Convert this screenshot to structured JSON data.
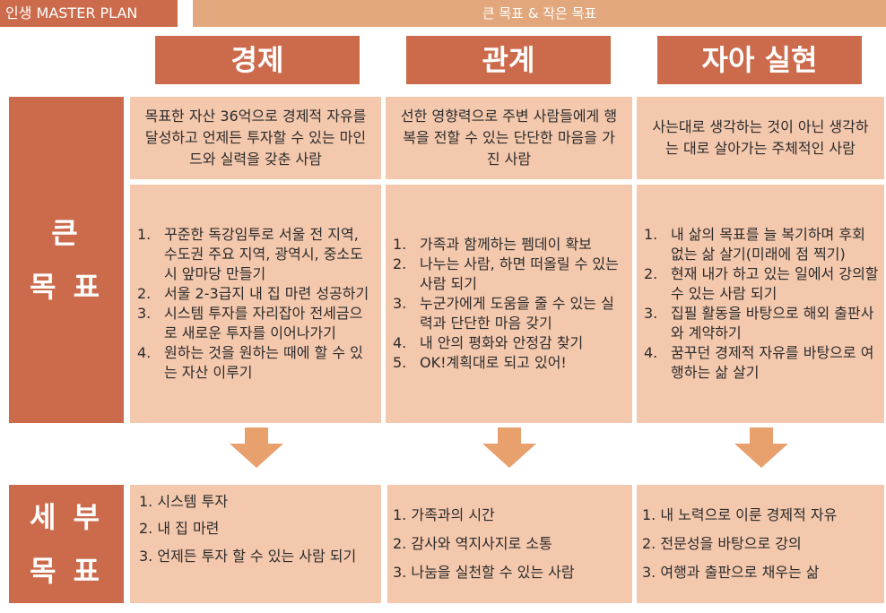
{
  "header": {
    "title": "인생 MASTER PLAN",
    "subtitle": "큰 목표 & 작은 목표"
  },
  "categories": [
    "경제",
    "관계",
    "자아 실현"
  ],
  "rows": {
    "big_goal": [
      "큰",
      "목 표"
    ],
    "detail_goal": [
      "세 부",
      "목 표"
    ]
  },
  "summaries": [
    "목표한 자산 36억으로 경제적 자유를 달성하고 언제든 투자할 수 있는 마인드와 실력을 갖춘 사람",
    "선한 영향력으로 주변 사람들에게 행복을 전할 수 있는 단단한 마음을 가진 사람",
    "사는대로 생각하는 것이 아닌 생각하는 대로 살아가는 주체적인 사람"
  ],
  "goals": [
    [
      {
        "num": "1.",
        "text": "꾸준한 독강임투로 서울 전 지역, 수도권 주요 지역, 광역시, 중소도시 앞마당 만들기"
      },
      {
        "num": "2.",
        "text": "서울 2-3급지 내 집 마련 성공하기"
      },
      {
        "num": "3.",
        "text": "시스템 투자를 자리잡아 전세금으로 새로운 투자를 이어나가기"
      },
      {
        "num": "4.",
        "text": "원하는 것을 원하는 때에 할 수 있는 자산 이루기"
      }
    ],
    [
      {
        "num": "1.",
        "text": "가족과 함께하는 펨데이 확보"
      },
      {
        "num": "2.",
        "text": "나누는 사람, 하면 떠올릴 수 있는 사람 되기"
      },
      {
        "num": "3.",
        "text": "누군가에게 도움을 줄 수 있는 실력과 단단한 마음 갖기"
      },
      {
        "num": "4.",
        "text": "내 안의 평화와 안정감 찾기"
      },
      {
        "num": "5.",
        "text": "OK!계획대로 되고 있어!"
      }
    ],
    [
      {
        "num": "1.",
        "text": "내 삶의 목표를 늘 복기하며 후회 없는 삶 살기(미래에 점 찍기)"
      },
      {
        "num": "2.",
        "text": "현재 내가 하고 있는 일에서 강의할 수 있는 사람 되기"
      },
      {
        "num": "3.",
        "text": "집필 활동을 바탕으로 해외 출판사와 계약하기"
      },
      {
        "num": "4.",
        "text": "꿈꾸던 경제적 자유를 바탕으로 여행하는 삶 살기"
      }
    ]
  ],
  "details": [
    [
      "1. 시스템 투자",
      "2. 내 집 마련",
      "3. 언제든 투자 할 수 있는 사람 되기"
    ],
    [
      "1. 가족과의 시간",
      "2. 감사와 역지사지로 소통",
      "3. 나눔을 실천할 수 있는 사람"
    ],
    [
      "1. 내 노력으로 이룬 경제적 자유",
      "2. 전문성을 바탕으로 강의",
      "3. 여행과 출판으로 채우는 삶"
    ]
  ],
  "colors": {
    "primary": "#cc6b4c",
    "header_bar": "#e2a77c",
    "box": "#f4c8ad",
    "arrow": "#e8a06c"
  },
  "icons": [
    "down-arrow-icon"
  ]
}
